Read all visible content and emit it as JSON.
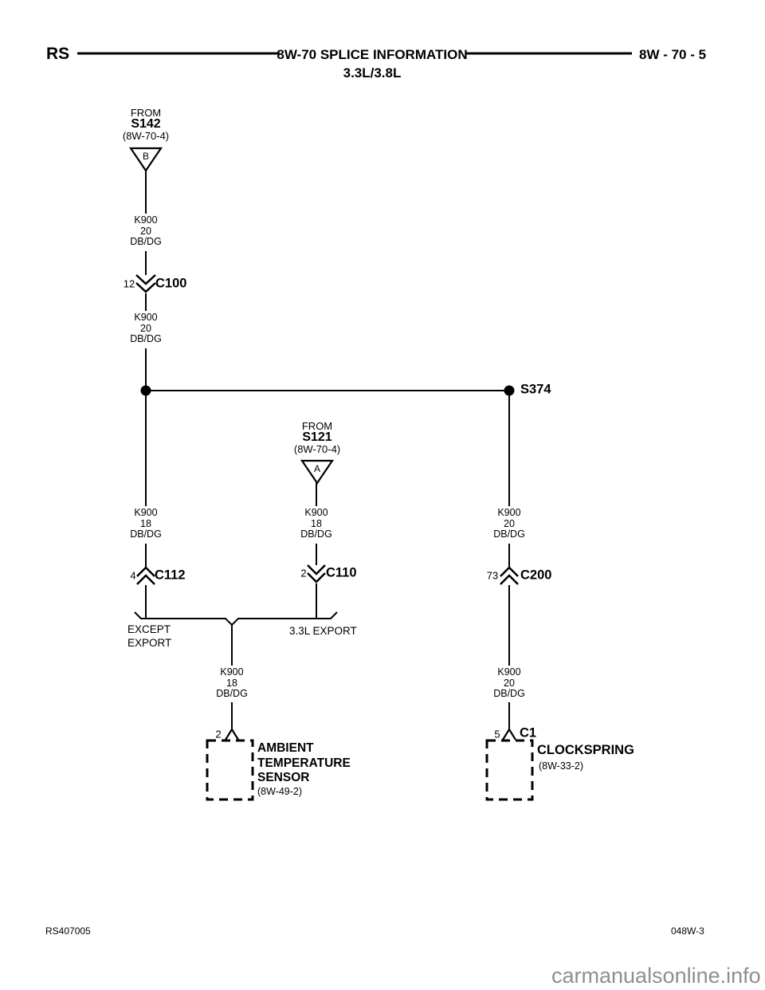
{
  "header": {
    "model": "RS",
    "title": "8W-70 SPLICE INFORMATION",
    "subtitle": "3.3L/3.8L",
    "page": "8W - 70 - 5"
  },
  "sources": {
    "s142": {
      "from": "FROM",
      "id": "S142",
      "ref": "(8W-70-4)",
      "pin": "B"
    },
    "s121": {
      "from": "FROM",
      "id": "S121",
      "ref": "(8W-70-4)",
      "pin": "A"
    }
  },
  "splices": {
    "s374": "S374"
  },
  "wires": {
    "w1": {
      "circuit": "K900",
      "gauge": "20",
      "color": "DB/DG"
    },
    "w2": {
      "circuit": "K900",
      "gauge": "20",
      "color": "DB/DG"
    },
    "w3": {
      "circuit": "K900",
      "gauge": "18",
      "color": "DB/DG"
    },
    "w4": {
      "circuit": "K900",
      "gauge": "18",
      "color": "DB/DG"
    },
    "w5": {
      "circuit": "K900",
      "gauge": "20",
      "color": "DB/DG"
    },
    "w6": {
      "circuit": "K900",
      "gauge": "18",
      "color": "DB/DG"
    },
    "w7": {
      "circuit": "K900",
      "gauge": "20",
      "color": "DB/DG"
    }
  },
  "connectors": {
    "c100": {
      "pin": "12",
      "name": "C100"
    },
    "c112": {
      "pin": "4",
      "name": "C112"
    },
    "c110": {
      "pin": "2",
      "name": "C110"
    },
    "c200": {
      "pin": "73",
      "name": "C200"
    },
    "ambient_pin": {
      "pin": "2"
    },
    "c1": {
      "pin": "5",
      "name": "C1"
    }
  },
  "branches": {
    "left_line1": "EXCEPT",
    "left_line2": "EXPORT",
    "right": "3.3L EXPORT"
  },
  "components": {
    "ambient": {
      "line1": "AMBIENT",
      "line2": "TEMPERATURE",
      "line3": "SENSOR",
      "ref": "(8W-49-2)"
    },
    "clockspring": {
      "name": "CLOCKSPRING",
      "ref": "(8W-33-2)"
    }
  },
  "footer": {
    "left": "RS407005",
    "right": "048W-3",
    "watermark": "carmanualsonline.info"
  },
  "colors": {
    "ink": "#000000",
    "watermark": "#8f8f8f",
    "background": "#ffffff"
  }
}
